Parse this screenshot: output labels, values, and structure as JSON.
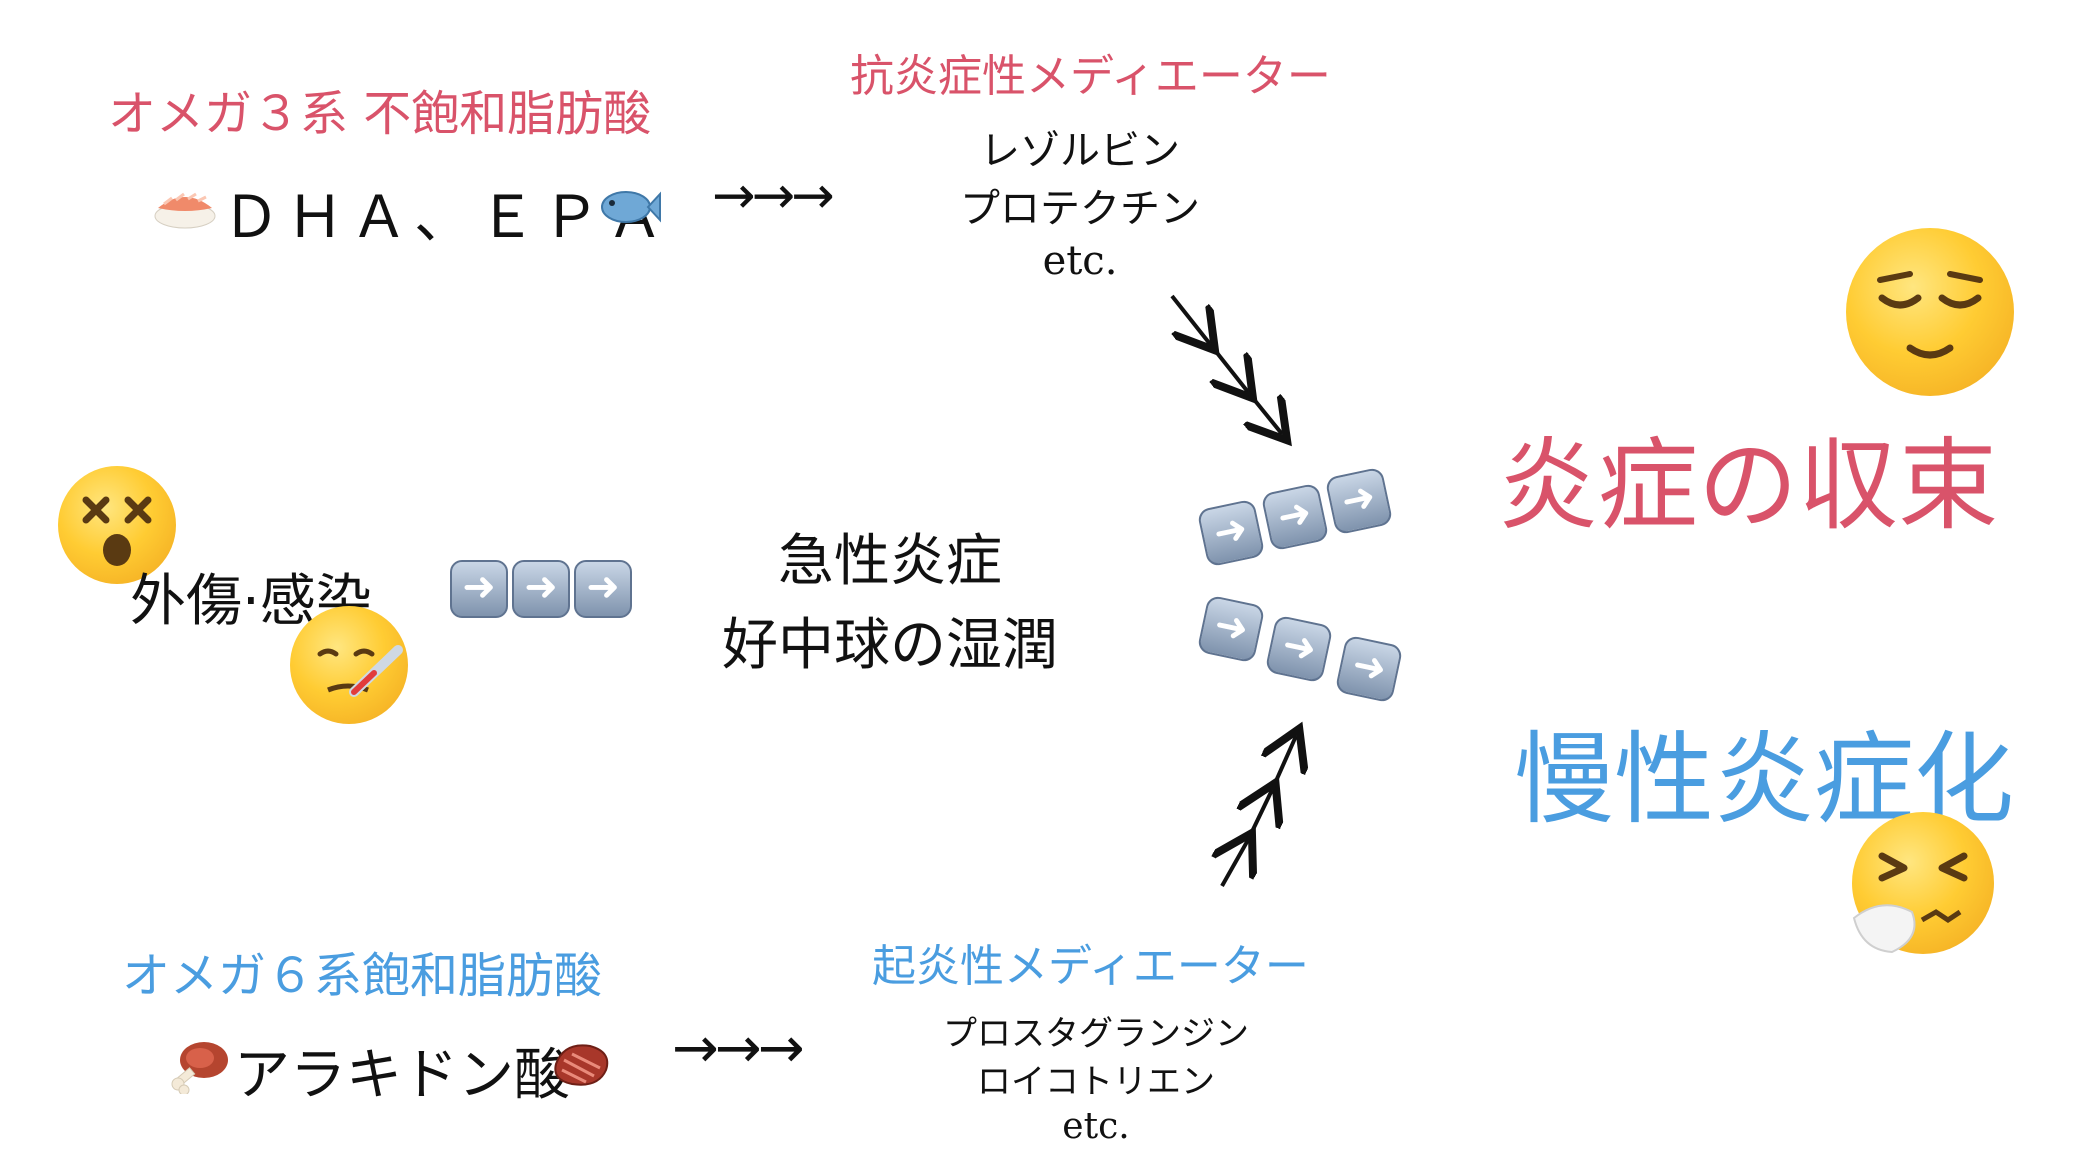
{
  "omega3": {
    "title": "オメガ３系 不飽和脂肪酸",
    "items": "ＤＨＡ、ＥＰＡ",
    "arrow": "→→→",
    "mediator_title": "抗炎症性メディエーター",
    "mediators": [
      "レゾルビン",
      "プロテクチン",
      "etc."
    ]
  },
  "trigger": {
    "label": "外傷·感染",
    "result_line1": "急性炎症",
    "result_line2": "好中球の湿潤"
  },
  "omega6": {
    "title": "オメガ６系飽和脂肪酸",
    "items": "アラキドン酸",
    "arrow": "→→→",
    "mediator_title": "起炎性メディエーター",
    "mediators": [
      "プロスタグランジン",
      "ロイコトリエン",
      "etc."
    ]
  },
  "outcomes": {
    "resolution": "炎症の収束",
    "chronic": "慢性炎症化"
  },
  "colors": {
    "red": "#d9536a",
    "blue": "#4a9de0"
  }
}
